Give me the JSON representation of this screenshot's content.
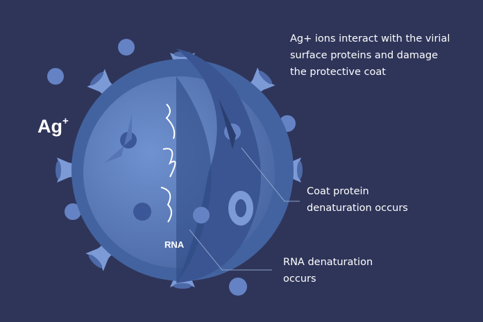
{
  "ion_label": {
    "base": "Ag",
    "charge": "+"
  },
  "rna_label": "RNA",
  "annotations": {
    "surface": [
      "Ag+ ions interact with the virial",
      "surface proteins and damage",
      "the protective coat"
    ],
    "coat": [
      "Coat protein",
      "denaturation occurs"
    ],
    "rna": [
      "RNA denaturation",
      "occurs"
    ]
  },
  "colors": {
    "background": "#2f3559",
    "shell": "#4a67a3",
    "core": "#5e80bf",
    "spike": "#7b9ad6"
  }
}
